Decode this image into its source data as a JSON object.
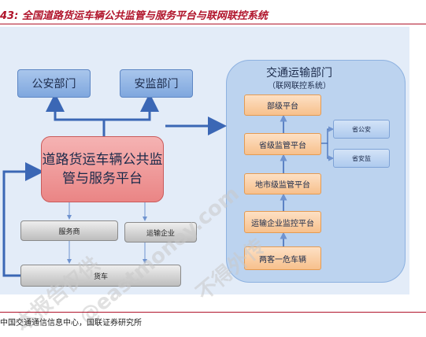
{
  "title": "43: 全国道路货运车辆公共监管与服务平台与联网联控系统",
  "nodes": {
    "public_security": "公安部门",
    "safety_supervision": "安监部门",
    "main_platform_line1": "道路货运车辆公共监",
    "main_platform_line2": "管与服务平台",
    "service_provider": "服务商",
    "transport_enterprise": "运输企业",
    "truck": "货车"
  },
  "transport_dept": {
    "title_line1": "交通运输部门",
    "title_line2": "（联网联控系统）",
    "ministry_platform": "部级平台",
    "provincial_platform": "省级监管平台",
    "city_platform": "地市级监管平台",
    "enterprise_platform": "运输企业监控平台",
    "vehicles": "两客一危车辆",
    "provincial_security": "省公安",
    "provincial_safety": "省安监"
  },
  "footer": "中国交通通信信息中心，国联证券研究所",
  "watermark": {
    "line1": "本报告仅供",
    "line2": "@eastmoney.com",
    "line3": "不得外传"
  },
  "colors": {
    "title": "#b0142b",
    "arrow": "#3b67b5",
    "panel": "#bcd3ef"
  }
}
